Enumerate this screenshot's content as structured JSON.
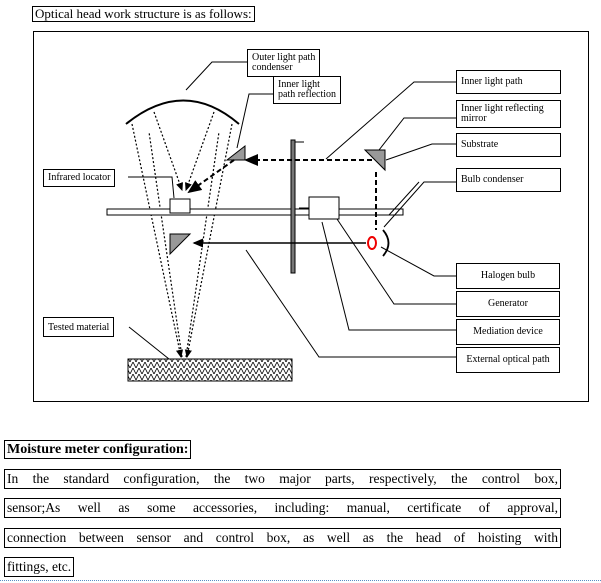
{
  "caption": "Optical head work structure is as follows:",
  "figure": {
    "labels": {
      "outer_condenser": [
        "Outer light path",
        "condenser"
      ],
      "inner_reflection": [
        "Inner light",
        "path reflection"
      ],
      "infrared_locator": "Infrared locator",
      "inner_light_path": "Inner light path",
      "inner_mirror": [
        "Inner light reflecting",
        "mirror"
      ],
      "substrate": "Substrate",
      "bulb_condenser": "Bulb condenser",
      "tested_material": "Tested material",
      "halogen_bulb": "Halogen bulb",
      "generator": "Generator",
      "mediation_device": "Mediation device",
      "external_optical_path": "External optical path"
    }
  },
  "section": {
    "title": "Moisture meter configuration:",
    "lines": [
      "In the standard configuration, the two major parts, respectively, the control box,",
      "sensor;As well as some accessories, including: manual, certificate of approval,",
      "connection between sensor and control box, as well as the head of hoisting with",
      "fittings, etc."
    ]
  }
}
